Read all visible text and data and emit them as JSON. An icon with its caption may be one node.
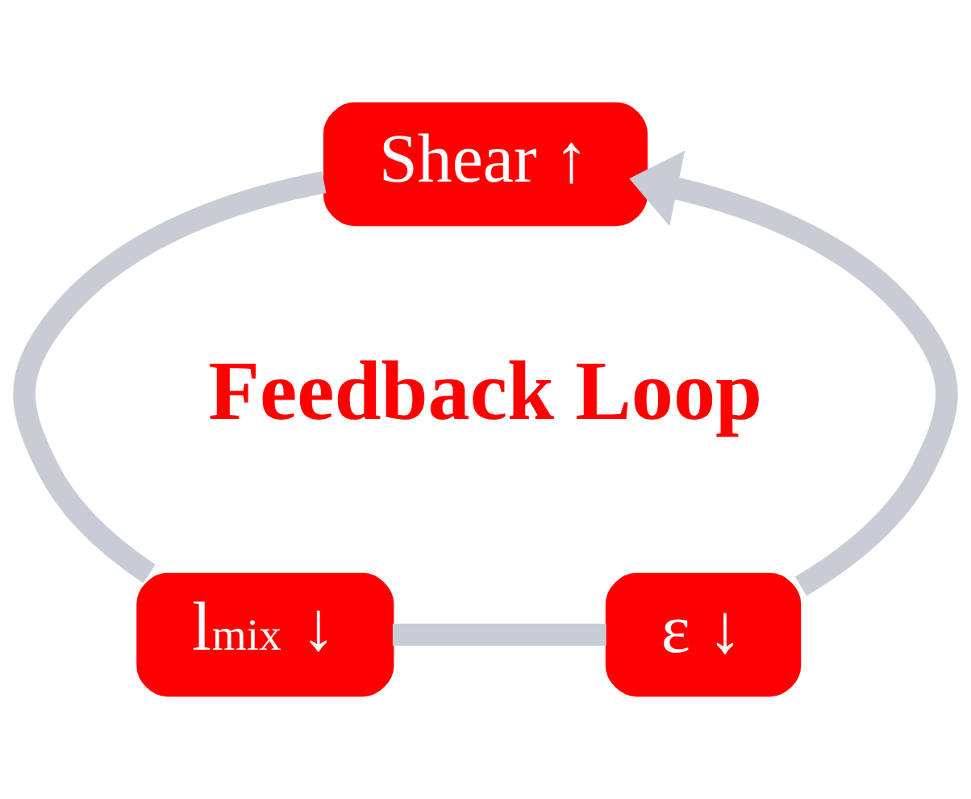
{
  "diagram": {
    "nodes": [
      {
        "text": [
          "Shear ↑"
        ]
      },
      {
        "text": [
          "l$_{mix}$ ↓"
        ]
      },
      {
        "text": [
          "ε ↓"
        ]
      }
    ],
    "edges": [
      {
        "from": 0,
        "to": 1,
        "arrow": "none"
      },
      {
        "from": 1,
        "to": 2,
        "arrow": "none"
      },
      {
        "from": 2,
        "to": 0,
        "arrow": "to"
      }
    ],
    "labels": [
      "Feedback Loop"
    ]
  }
}
